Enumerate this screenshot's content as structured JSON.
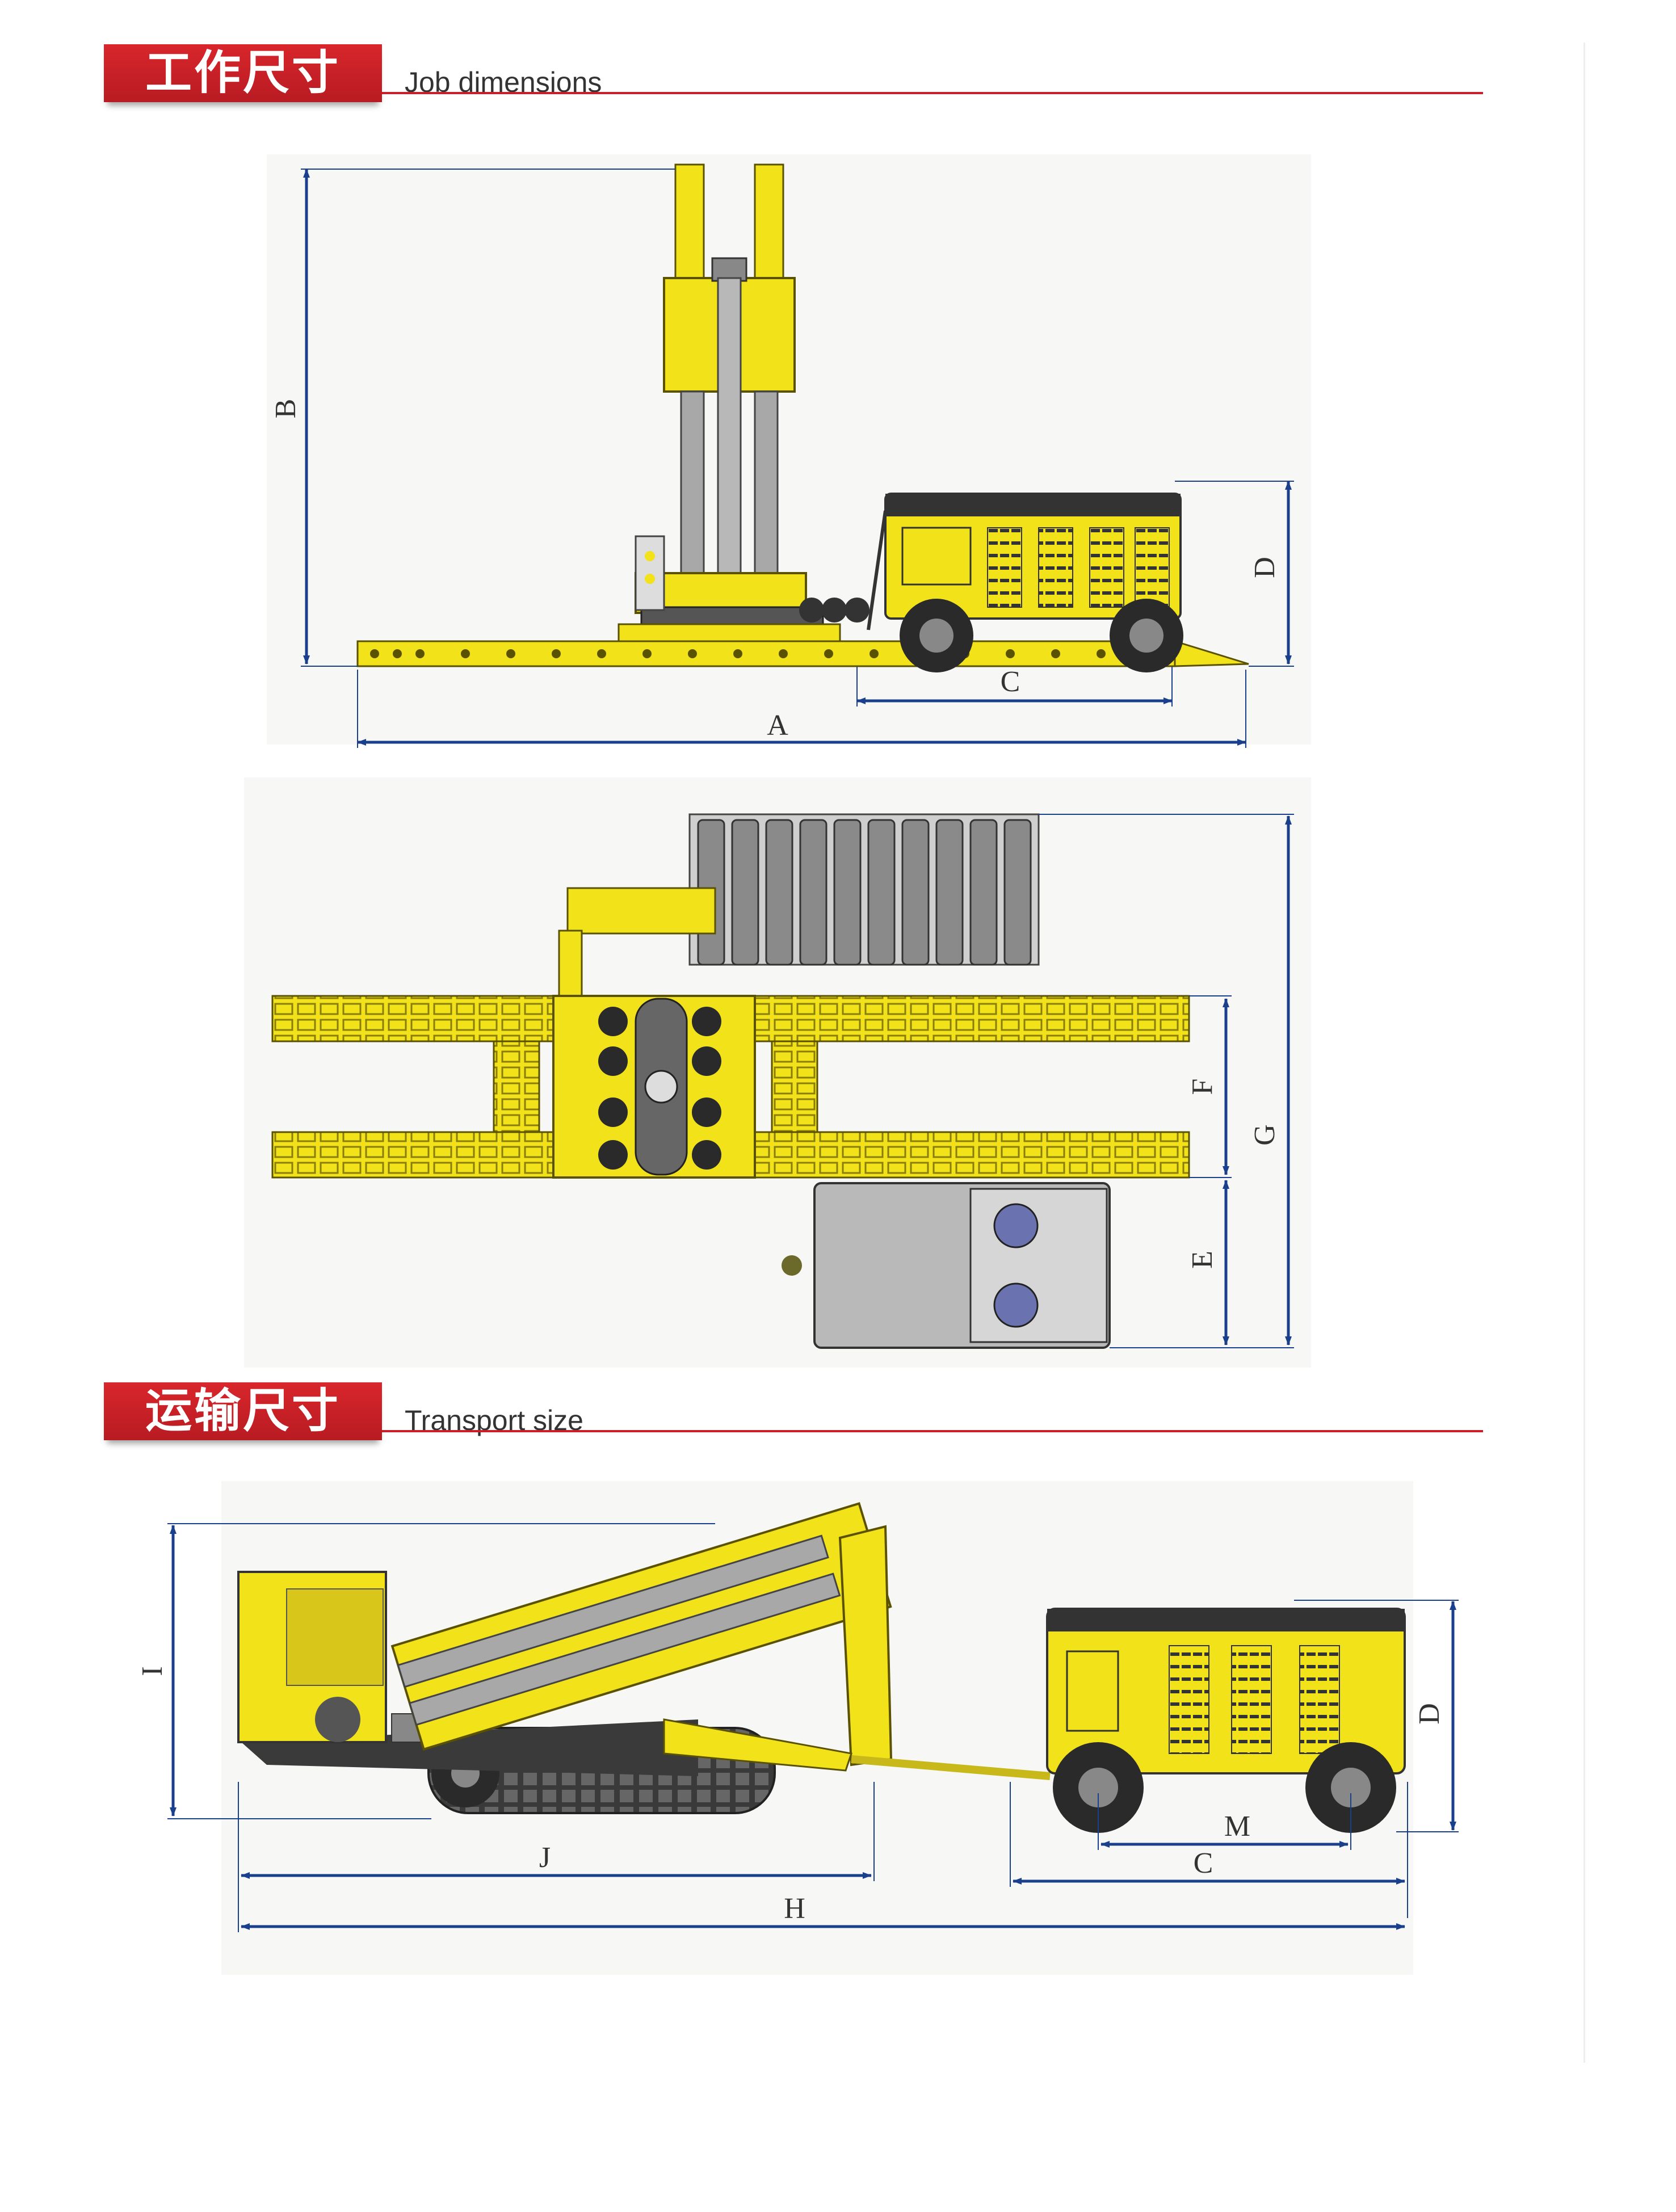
{
  "sections": [
    {
      "cn_title": "工作尺寸",
      "en_title": "Job dimensions"
    },
    {
      "cn_title": "运输尺寸",
      "en_title": "Transport size"
    }
  ],
  "dimensions": {
    "A": "A",
    "B": "B",
    "C": "C",
    "D": "D",
    "E": "E",
    "F": "F",
    "G": "G",
    "H": "H",
    "I": "I",
    "J": "J",
    "M": "M"
  },
  "colors": {
    "accent_red": "#c8202a",
    "machine_yellow": "#f2e21a",
    "dimension_blue": "#1a3f8c",
    "steel_grey": "#9a9a9a"
  }
}
